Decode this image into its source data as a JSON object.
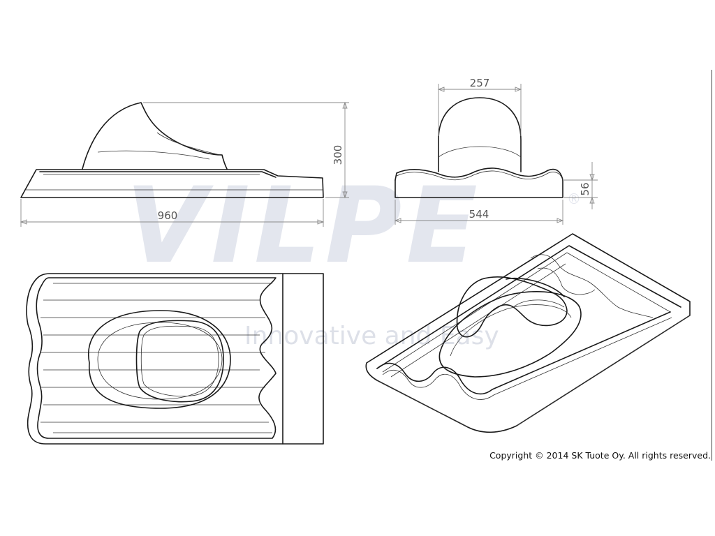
{
  "watermark": {
    "brand": "VILPE",
    "registered": "®",
    "slogan": "Innovative and Easy",
    "color_main": "#e3e6ee",
    "color_accent": "#f6dcdc"
  },
  "dimensions": {
    "length": "960",
    "height": "300",
    "width": "544",
    "top_width": "257",
    "base_height": "56"
  },
  "copyright": "Copyright © 2014 SK Tuote Oy. All rights reserved."
}
